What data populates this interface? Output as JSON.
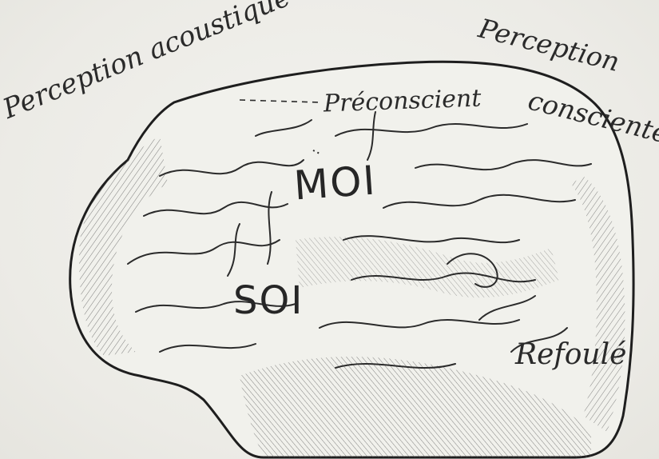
{
  "labels": {
    "perception_acoustique": "Perception acoustique",
    "perception_consciente_line1": "Perception",
    "perception_consciente_line2": "consciente",
    "preconscient": "Préconscient",
    "moi": "MOI",
    "soi": "SOI",
    "refoule": "Refoulé"
  },
  "colors": {
    "ink": "#262626",
    "paper": "#eeeeea"
  }
}
